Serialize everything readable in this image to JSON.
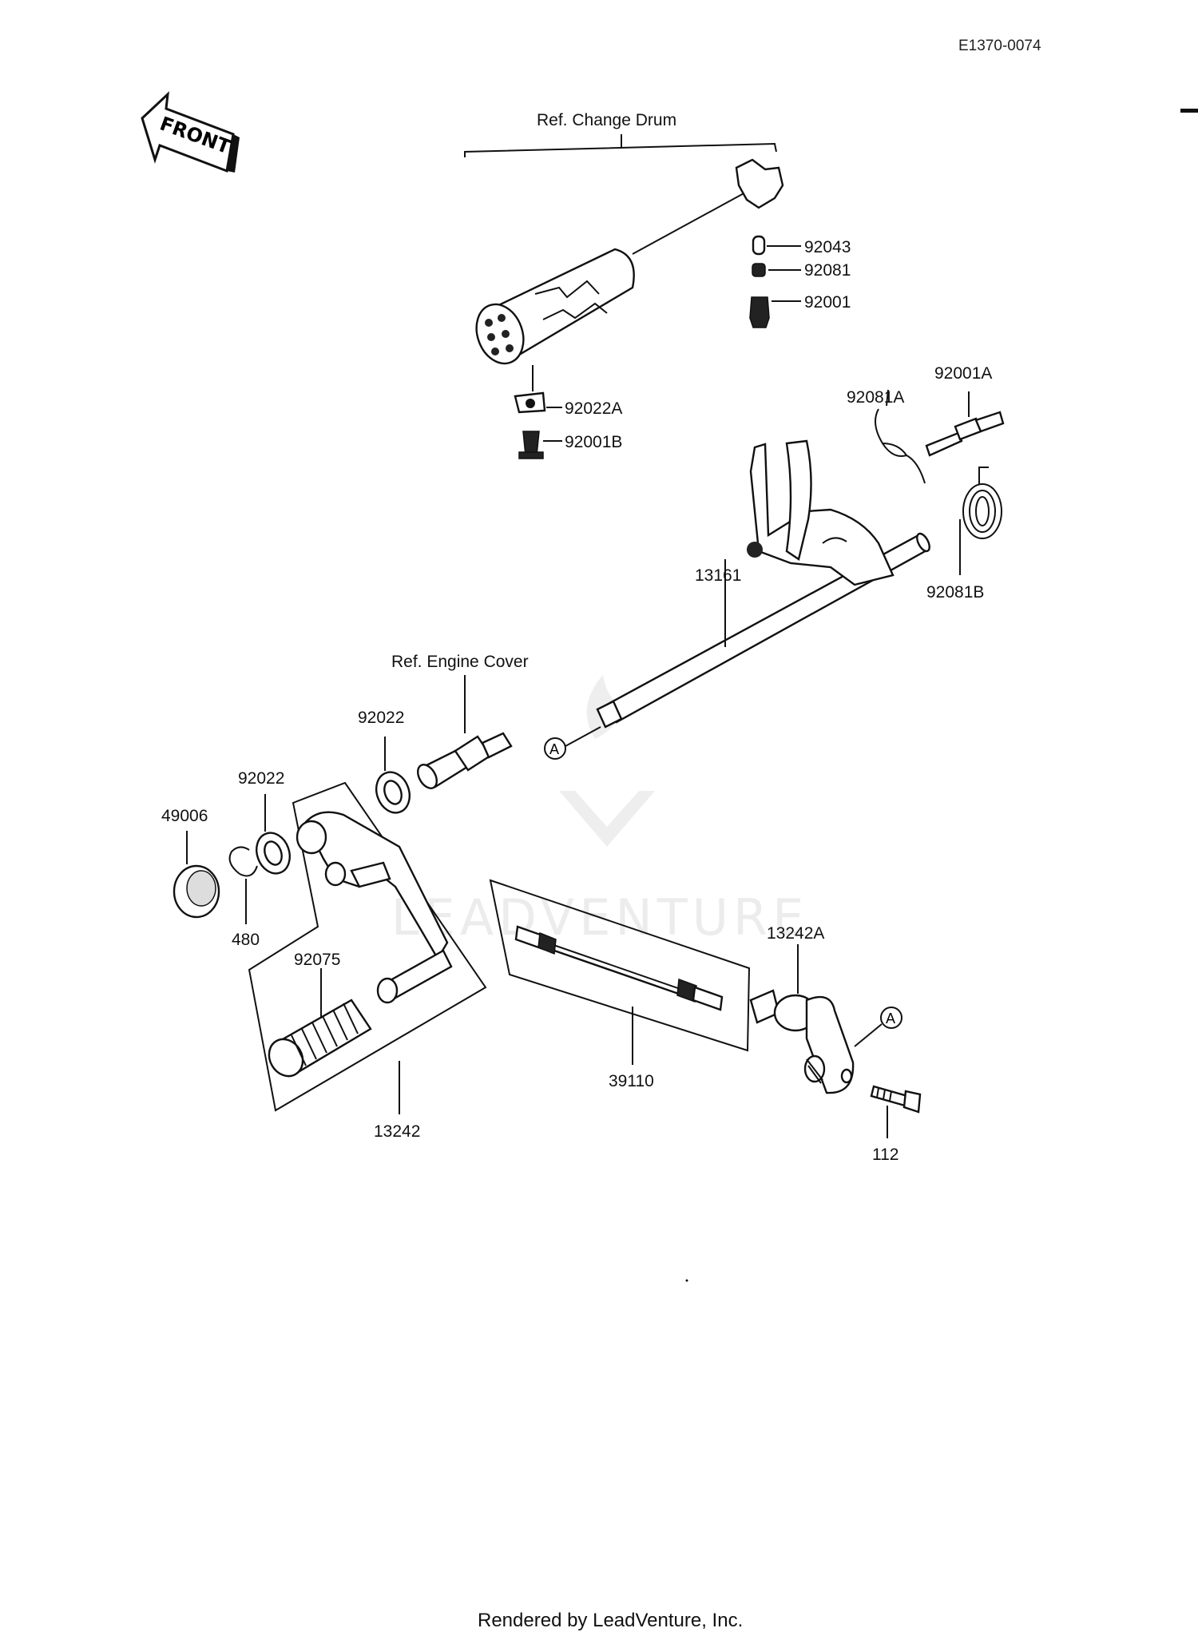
{
  "doc_code": "E1370-0074",
  "front_label": "FRONT",
  "refs": {
    "change_drum": "Ref.  Change Drum",
    "engine_cover": "Ref.  Engine Cover"
  },
  "callout_marker": "A",
  "parts": {
    "p92043": "92043",
    "p92081": "92081",
    "p92001": "92001",
    "p92022A": "92022A",
    "p92001B": "92001B",
    "p92081A": "92081A",
    "p92001A": "92001A",
    "p92081B": "92081B",
    "p13161": "13161",
    "p92022_upper": "92022",
    "p92022_lower": "92022",
    "p49006": "49006",
    "p480": "480",
    "p92075": "92075",
    "p13242": "13242",
    "p39110": "39110",
    "p13242A": "13242A",
    "p112": "112"
  },
  "watermark": "LEADVENTURE",
  "footer": "Rendered by LeadVenture, Inc."
}
